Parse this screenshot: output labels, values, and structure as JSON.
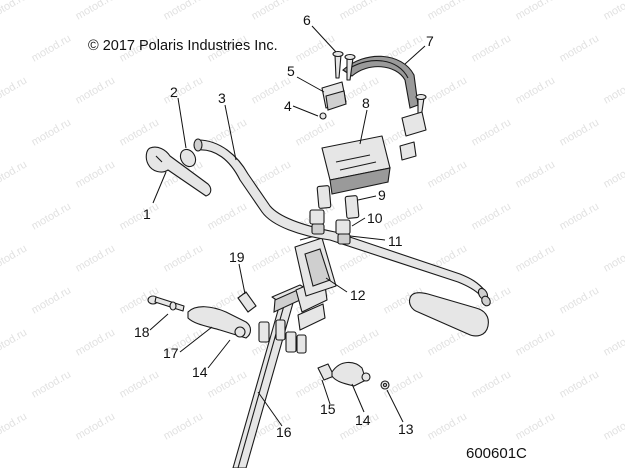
{
  "copyright": "© 2017 Polaris Industries Inc.",
  "drawing_number": "600601C",
  "watermark_text": "motod.ru",
  "callouts": [
    "1",
    "2",
    "3",
    "4",
    "5",
    "6",
    "7",
    "8",
    "9",
    "10",
    "11",
    "12",
    "13",
    "14",
    "14",
    "15",
    "16",
    "17",
    "18",
    "19"
  ],
  "colors": {
    "line": "#1a1a1a",
    "part_fill": "#e6e6e6",
    "watermark": "#c9c9c9"
  }
}
